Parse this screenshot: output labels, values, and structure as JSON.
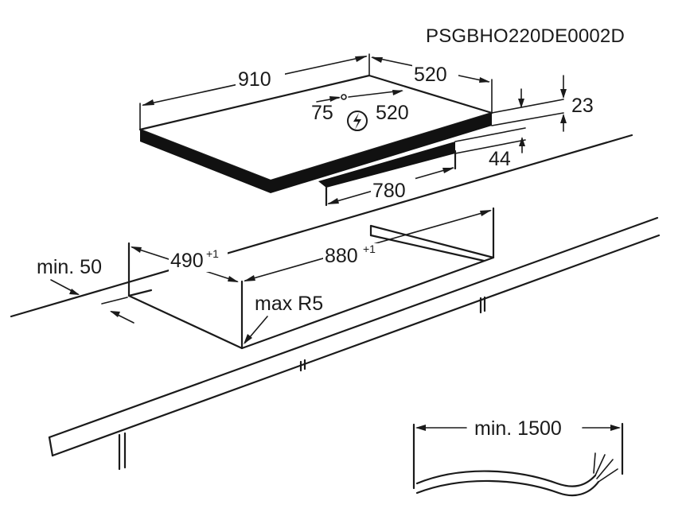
{
  "diagram": {
    "code": "PSGBHO220DE0002D",
    "dimensions": {
      "hob_width": "910",
      "hob_depth": "520",
      "connector_offset": "75",
      "connector_depth": "520",
      "hob_thickness": "23",
      "under_depth": "44",
      "under_width": "780",
      "cutout_depth": "490",
      "cutout_depth_tol": "+1",
      "cutout_width": "880",
      "cutout_width_tol": "+1",
      "edge_distance": "min. 50",
      "corner_radius": "max R5",
      "cable_length": "min. 1500"
    },
    "icons": {
      "power": "lightning-bolt-icon"
    }
  }
}
